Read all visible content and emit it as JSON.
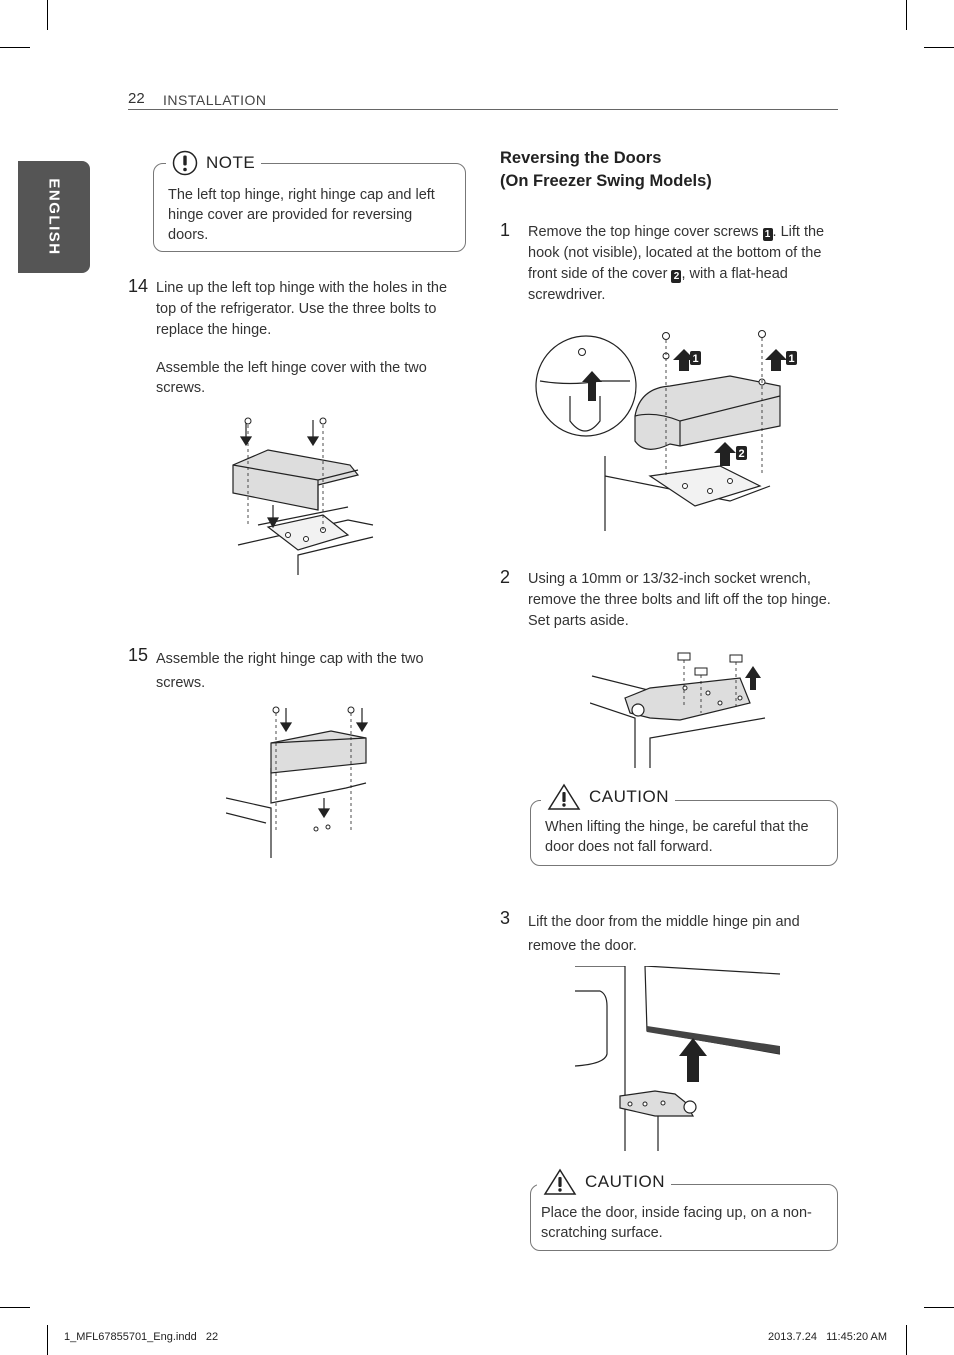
{
  "header": {
    "page_number": "22",
    "section": "INSTALLATION"
  },
  "side_tab": {
    "label": "ENGLISH"
  },
  "note": {
    "heading": "NOTE",
    "text": "The left top hinge, right hinge cap and left hinge cover are provided for reversing doors."
  },
  "left_steps": [
    {
      "number": "14",
      "text": "Line up the left top hinge with the holes in the top of the refrigerator. Use the three bolts to replace the hinge.",
      "text2": "Assemble the left hinge cover with the two screws."
    },
    {
      "number": "15",
      "text": "Assemble the right hinge cap with the two screws."
    }
  ],
  "right_section": {
    "title_line1": "Reversing the Doors",
    "title_line2": "(On Freezer Swing Models)",
    "step1": {
      "number": "1",
      "text_a": "Remove the top hinge cover screws",
      "badge_a": "1",
      "text_b": ". Lift the hook (not visible), located at the bottom of the front side of the cover",
      "badge_b": "2",
      "text_c": ", with a flat-head screwdriver."
    },
    "step2": {
      "number": "2",
      "text": "Using a 10mm or 13/32-inch socket wrench, remove the three bolts and lift off the top hinge. Set parts aside."
    },
    "caution1": {
      "heading": "CAUTION",
      "text": "When lifting the hinge, be careful that the door does not fall forward."
    },
    "step3": {
      "number": "3",
      "text": "Lift the door from the middle hinge pin and remove the door."
    },
    "caution2": {
      "heading": "CAUTION",
      "text": "Place the door, inside facing up, on a non-scratching surface."
    }
  },
  "figure_labels": {
    "label_1": "1",
    "label_2": "2"
  },
  "footer": {
    "file": "1_MFL67855701_Eng.indd   22",
    "timestamp": "2013.7.24   11:45:20 AM"
  }
}
